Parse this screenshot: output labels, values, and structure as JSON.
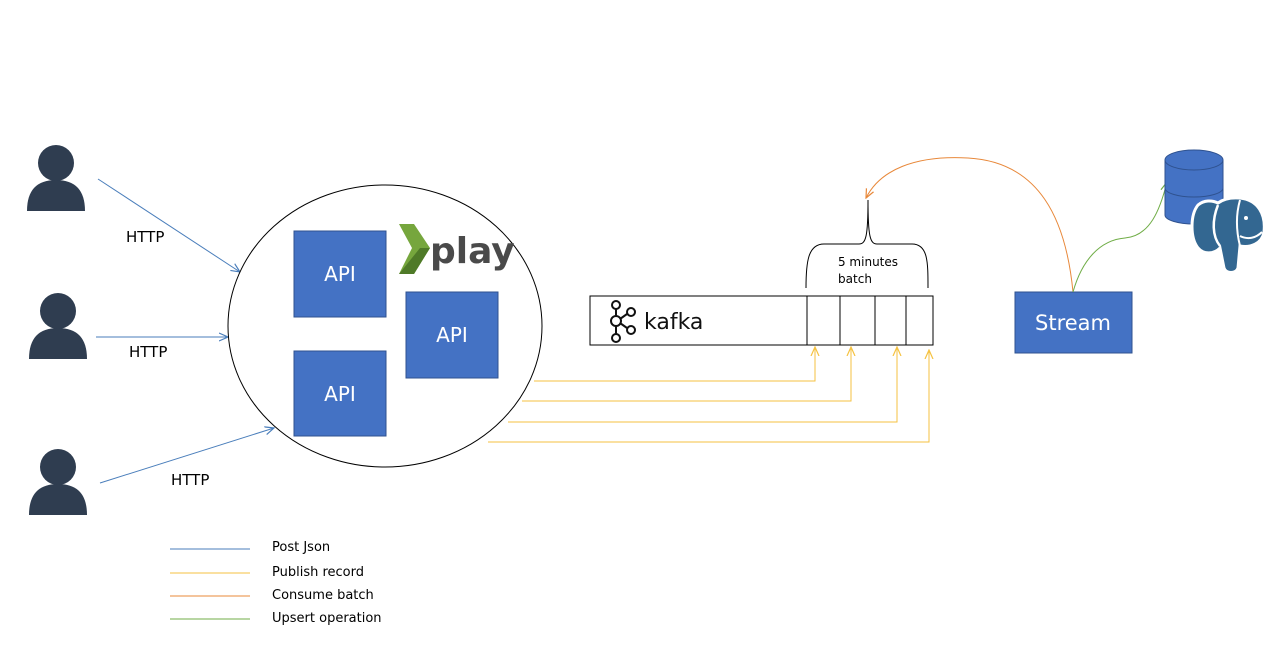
{
  "clients": {
    "http_labels": [
      "HTTP",
      "HTTP",
      "HTTP"
    ]
  },
  "api_cluster": {
    "logo_text": "play",
    "api_labels": [
      "API",
      "API",
      "API"
    ]
  },
  "kafka": {
    "logo_text": "kafka",
    "batch_label_line1": "5 minutes",
    "batch_label_line2": "batch"
  },
  "stream": {
    "label": "Stream"
  },
  "database": {
    "icon": "postgresql-elephant-icon"
  },
  "legend": {
    "items": [
      {
        "label": "Post Json",
        "color": "#4a7ebb"
      },
      {
        "label": "Publish record",
        "color": "#f5c242"
      },
      {
        "label": "Consume batch",
        "color": "#e8883a"
      },
      {
        "label": "Upsert operation",
        "color": "#70ad47"
      }
    ]
  },
  "colors": {
    "box_fill": "#4472c4",
    "user_icon": "#2f3d50",
    "play_green": "#76a63d",
    "db_blue": "#336791"
  }
}
